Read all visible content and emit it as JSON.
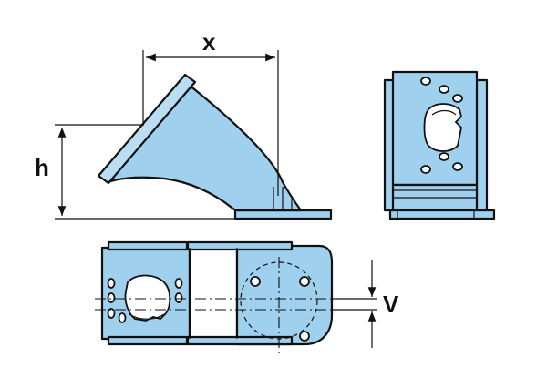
{
  "dimensions": {
    "x_label": "x",
    "h_label": "h",
    "v_label": "V"
  },
  "colors": {
    "part_fill": "#9fd0ee",
    "outline": "#111111",
    "background": "#ffffff"
  }
}
